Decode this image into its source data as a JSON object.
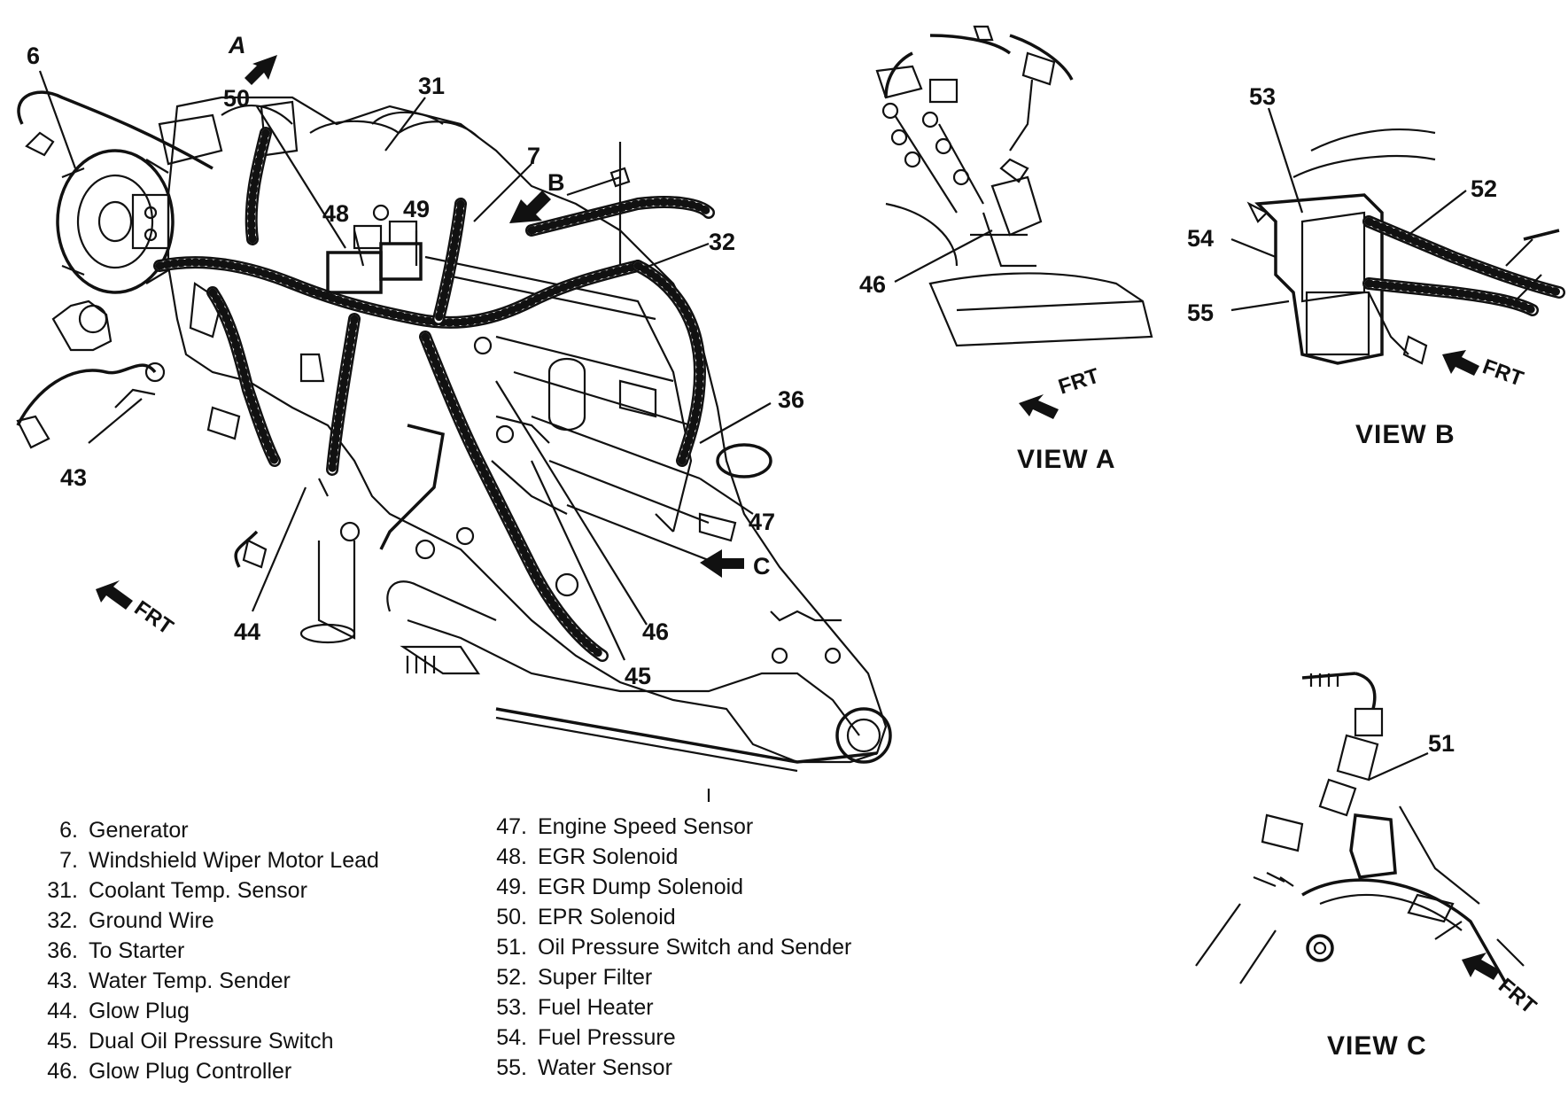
{
  "callouts": {
    "c6": "6",
    "c50": "50",
    "c31": "31",
    "c7": "7",
    "c48": "48",
    "c49": "49",
    "c32": "32",
    "c36": "36",
    "c43": "43",
    "c44": "44",
    "c46": "46",
    "c45": "45",
    "c47": "47",
    "c46a": "46",
    "c53": "53",
    "c52": "52",
    "c54": "54",
    "c55": "55",
    "c51": "51"
  },
  "view_markers": {
    "a": "A",
    "b": "B",
    "c": "C"
  },
  "frt_label": "FRT",
  "views": {
    "a": "VIEW A",
    "b": "VIEW B",
    "c": "VIEW C"
  },
  "legend_left": [
    {
      "num": "6.",
      "text": "Generator"
    },
    {
      "num": "7.",
      "text": "Windshield Wiper Motor Lead"
    },
    {
      "num": "31.",
      "text": "Coolant Temp. Sensor"
    },
    {
      "num": "32.",
      "text": "Ground Wire"
    },
    {
      "num": "36.",
      "text": "To Starter"
    },
    {
      "num": "43.",
      "text": "Water Temp. Sender"
    },
    {
      "num": "44.",
      "text": "Glow Plug"
    },
    {
      "num": "45.",
      "text": "Dual Oil Pressure Switch"
    },
    {
      "num": "46.",
      "text": "Glow Plug Controller"
    }
  ],
  "legend_right": [
    {
      "num": "47.",
      "text": "Engine Speed Sensor"
    },
    {
      "num": "48.",
      "text": "EGR Solenoid"
    },
    {
      "num": "49.",
      "text": "EGR Dump Solenoid"
    },
    {
      "num": "50.",
      "text": "EPR Solenoid"
    },
    {
      "num": "51.",
      "text": "Oil Pressure Switch and Sender"
    },
    {
      "num": "52.",
      "text": "Super Filter"
    },
    {
      "num": "53.",
      "text": "Fuel Heater"
    },
    {
      "num": "54.",
      "text": "Fuel Pressure"
    },
    {
      "num": "55.",
      "text": "Water Sensor"
    }
  ]
}
